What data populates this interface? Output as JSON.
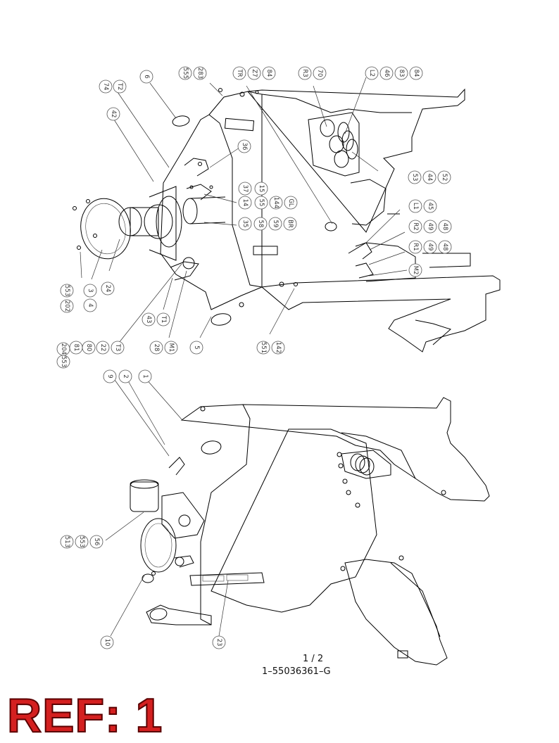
{
  "drawing": {
    "sheet": "1 / 2",
    "number": "1–55036361–G",
    "ref": "REF: 1"
  },
  "view_top": {
    "callouts": [
      [
        "74",
        "T2"
      ],
      [
        "6"
      ],
      [
        "555",
        "283"
      ],
      [
        "TR",
        "Z7",
        "84"
      ],
      [
        "R3",
        "70"
      ],
      [
        "L2",
        "46",
        "83",
        "84"
      ],
      [
        "42"
      ],
      [
        "36"
      ],
      [
        "37",
        "14",
        "15"
      ],
      [
        "55",
        "144",
        "GL"
      ],
      [
        "35",
        "58",
        "59",
        "BR"
      ],
      [
        "53",
        "44",
        "52"
      ],
      [
        "L1",
        "45"
      ],
      [
        "R2",
        "49",
        "48"
      ],
      [
        "R1",
        "49",
        "48"
      ],
      [
        "M2"
      ],
      [
        "202",
        "553"
      ],
      [
        "3",
        "4"
      ],
      [
        "24"
      ],
      [
        "553",
        "204",
        "81",
        "80",
        "22",
        "T3"
      ],
      [
        "43",
        "T1"
      ],
      [
        "28",
        "M1"
      ],
      [
        "5"
      ],
      [
        "551",
        "142"
      ]
    ]
  },
  "view_bottom": {
    "callouts": [
      [
        "9"
      ],
      [
        "2"
      ],
      [
        "1"
      ],
      [
        "513",
        "553",
        "56"
      ],
      [
        "10"
      ],
      [
        "23"
      ]
    ]
  }
}
